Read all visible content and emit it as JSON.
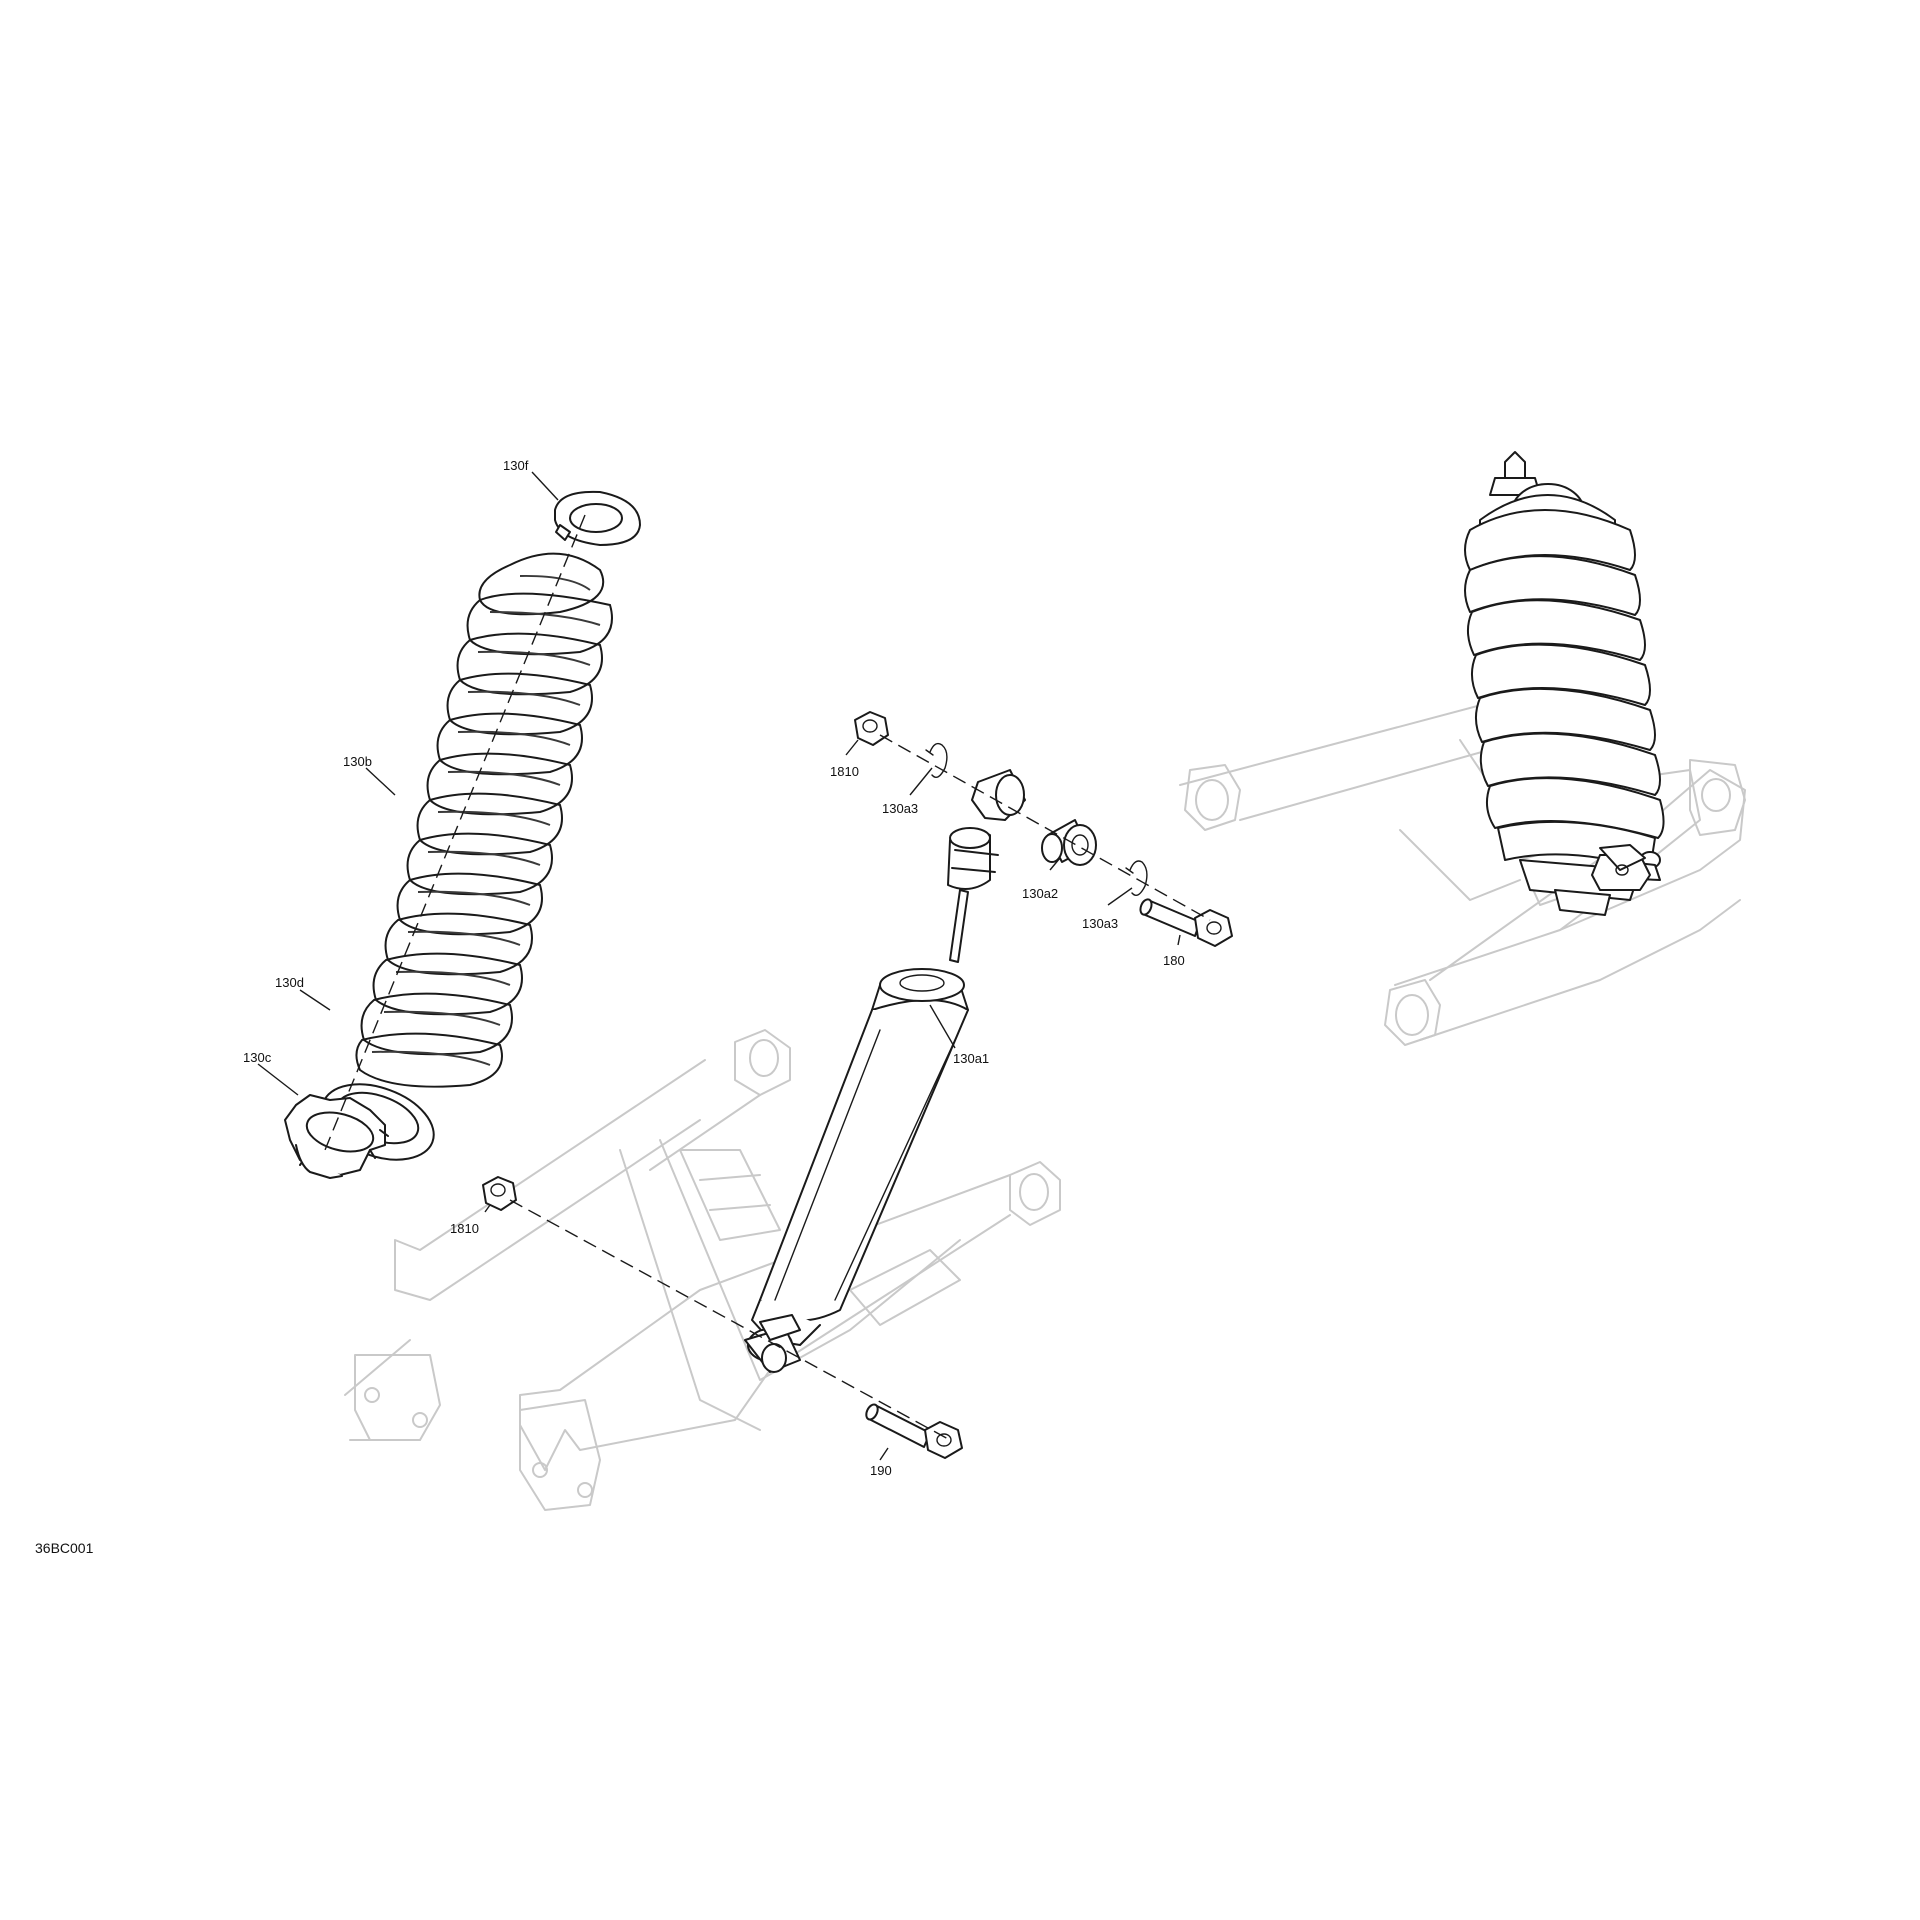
{
  "figure_code": "36BC001",
  "callouts": {
    "c130f": "130f",
    "c130b": "130b",
    "c130d": "130d",
    "c130c": "130c",
    "c1810_top": "1810",
    "c1810_bottom": "1810",
    "c130a3_left": "130a3",
    "c130a3_right": "130a3",
    "c130a2": "130a2",
    "c130a1": "130a1",
    "c180": "180",
    "c190": "190"
  },
  "colors": {
    "line": "#1a1a1a",
    "ghost": "#c9c9c9",
    "background": "#ffffff"
  }
}
